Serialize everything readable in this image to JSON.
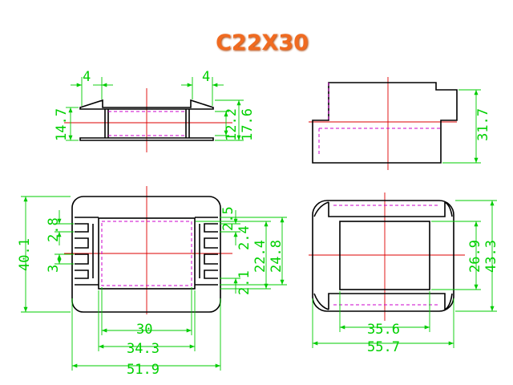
{
  "title": "C22X30",
  "dims": {
    "top_w_left": "4",
    "top_w_right": "4",
    "top_h_147": "14.7",
    "top_h_122": "12.2",
    "top_h_176": "17.6",
    "side_h_317": "31.7",
    "front_h_401": "40.1",
    "front_28": "2.8",
    "front_3": "3",
    "front_25": "2.5",
    "front_24": "2.4",
    "front_21": "2.1",
    "front_224": "22.4",
    "front_248": "24.8",
    "front_w_30": "30",
    "front_w_343": "34.3",
    "front_w_519": "51.9",
    "bottom_269": "26.9",
    "bottom_433": "43.3",
    "bottom_356": "35.6",
    "bottom_557": "55.7"
  },
  "colors": {
    "title": "#f06a20",
    "dimension": "#00cc00",
    "outline": "#000000",
    "hidden": "#cc00cc",
    "center": "#dd0000"
  }
}
